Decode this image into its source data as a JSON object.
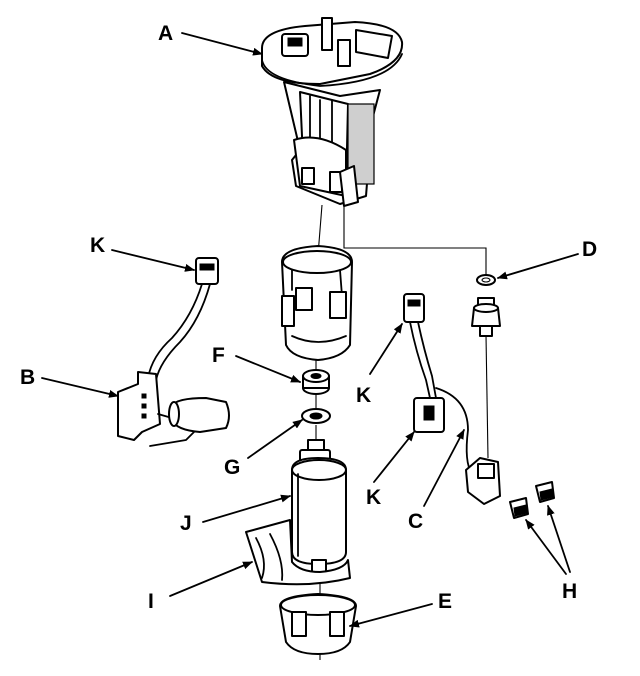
{
  "callouts": {
    "A": "A",
    "B": "B",
    "C": "C",
    "D": "D",
    "E": "E",
    "F": "F",
    "G": "G",
    "H": "H",
    "I": "I",
    "J": "J",
    "K_top": "K",
    "K_mid": "K",
    "K_low": "K"
  }
}
